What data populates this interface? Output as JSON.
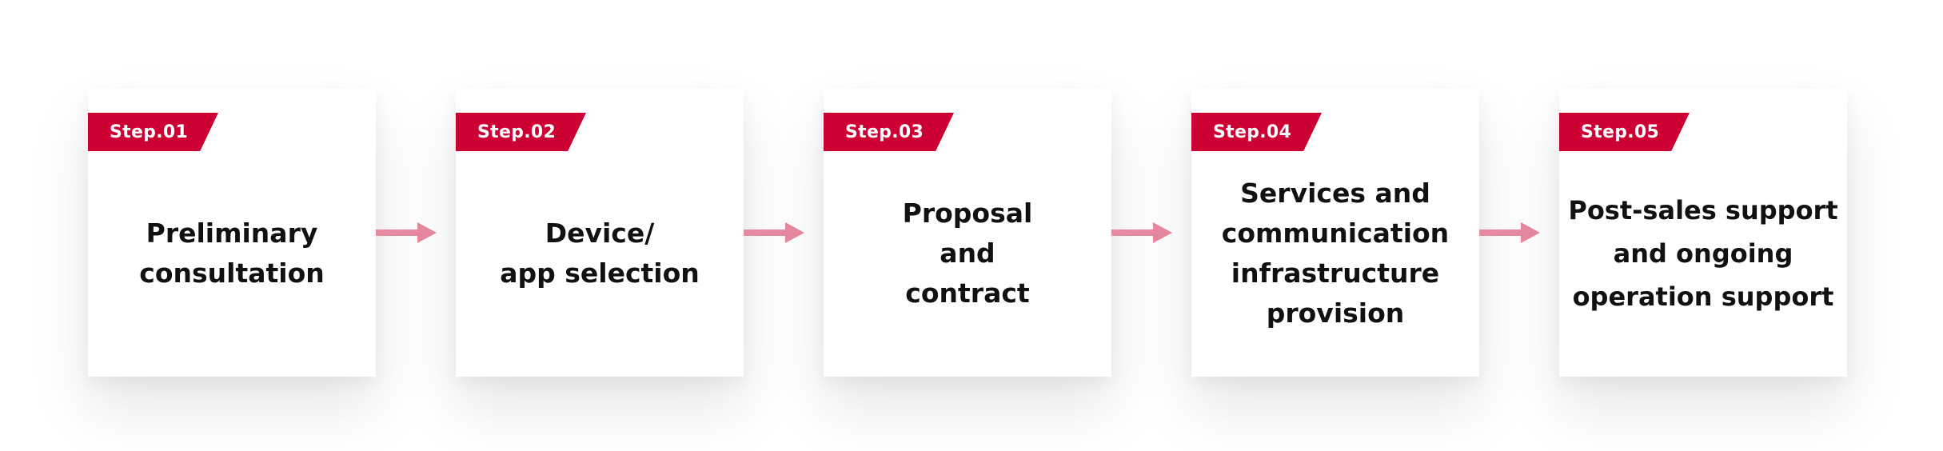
{
  "colors": {
    "tag_red": "#cc0033",
    "arrow_pink": "#e8899f",
    "title_text": "#111111"
  },
  "steps": [
    {
      "tag": "Step.01",
      "title": "Preliminary\nconsultation"
    },
    {
      "tag": "Step.02",
      "title": "Device/\napp selection"
    },
    {
      "tag": "Step.03",
      "title": "Proposal\nand\ncontract"
    },
    {
      "tag": "Step.04",
      "title": "Services and\ncommunication\ninfrastructure\nprovision"
    },
    {
      "tag": "Step.05",
      "title": "Post-sales support\nand ongoing\noperation support"
    }
  ]
}
